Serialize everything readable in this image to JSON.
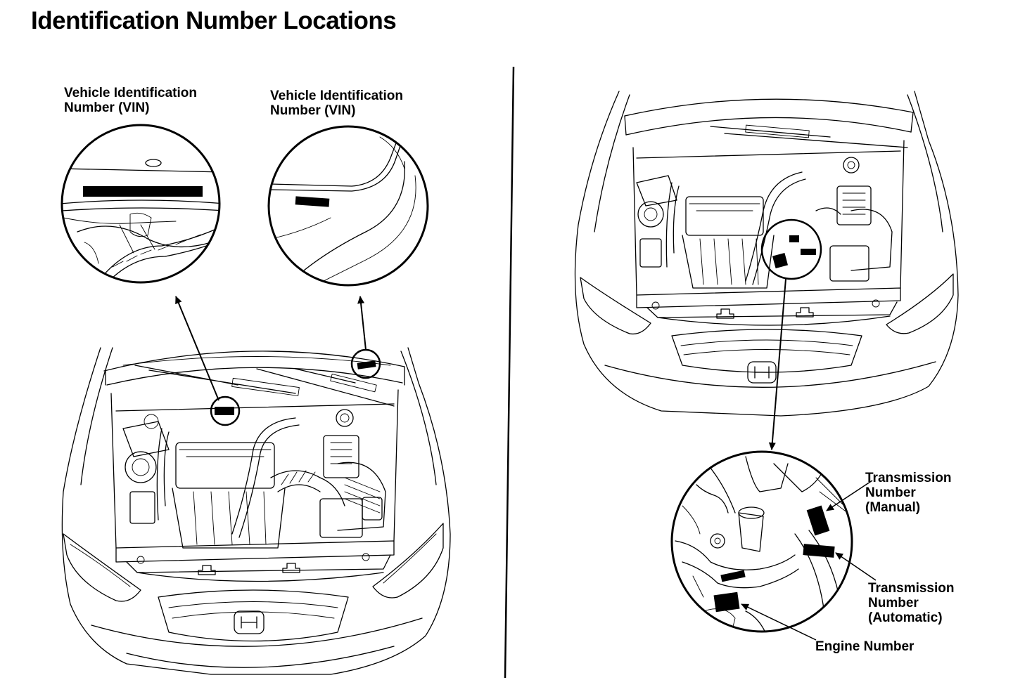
{
  "title": "Identification Number Locations",
  "labels": {
    "vin_left": [
      "Vehicle Identification",
      "Number (VIN)"
    ],
    "vin_right": [
      "Vehicle Identification",
      "Number (VIN)"
    ],
    "trans_manual": [
      "Transmission",
      "Number",
      "(Manual)"
    ],
    "trans_auto": [
      "Transmission",
      "Number",
      "(Automatic)"
    ],
    "engine": "Engine Number"
  }
}
